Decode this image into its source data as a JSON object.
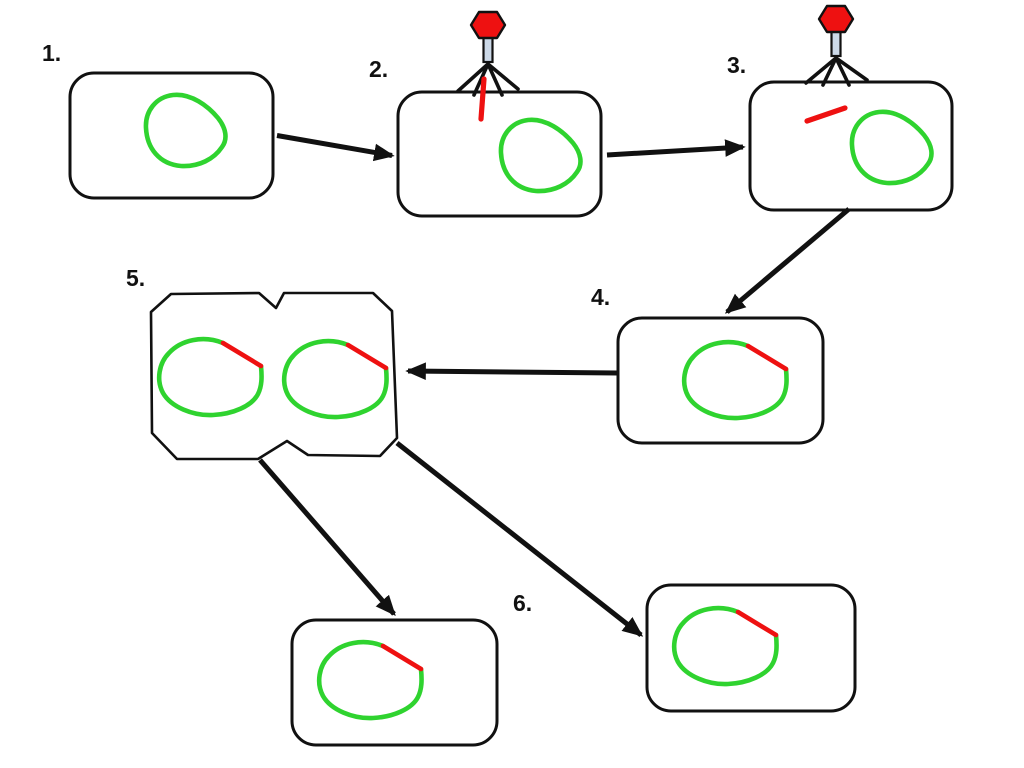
{
  "diagram": {
    "step_labels": [
      "1.",
      "2.",
      "3.",
      "4.",
      "5.",
      "6."
    ],
    "colors": {
      "background": "#ffffff",
      "outline": "#111111",
      "chromosome_green": "#2fd32f",
      "phage_red": "#ee1111",
      "phage_tail_fill": "#ccd9e8"
    }
  }
}
